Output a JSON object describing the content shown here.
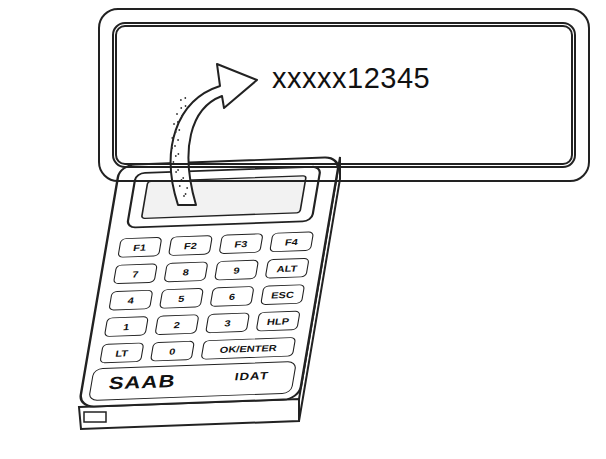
{
  "diagram": {
    "nodes": [
      {
        "text": [
          "xxxxx12345"
        ]
      }
    ],
    "labels": [
      "F1",
      "F2",
      "F3",
      "F4",
      "7",
      "8",
      "9",
      "ALT",
      "4",
      "5",
      "6",
      "ESC",
      "1",
      "2",
      "3",
      "HLP",
      "LT",
      "0",
      "OK/ENTER",
      "SAAB",
      "IDAT"
    ]
  }
}
